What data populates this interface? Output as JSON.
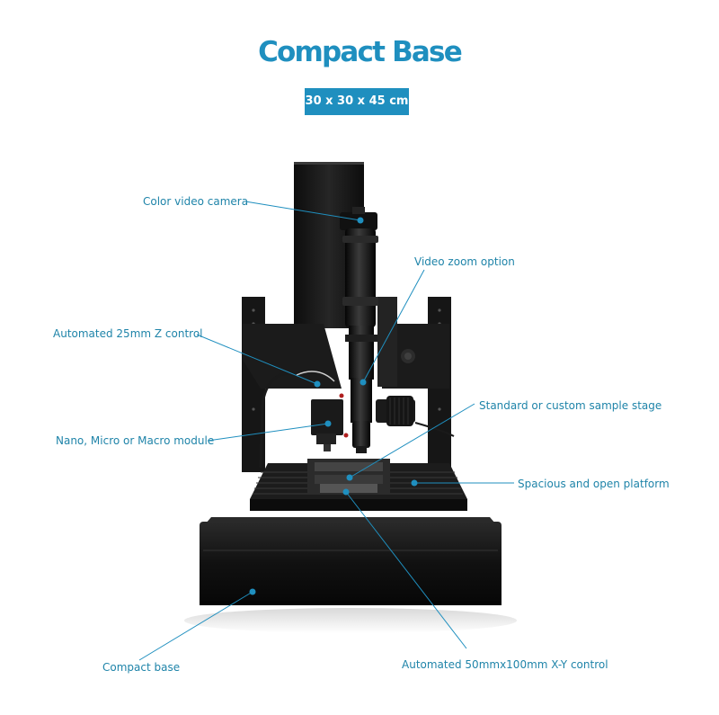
{
  "header": {
    "title": "Compact Base",
    "dimensions": "30 x 30 x 45 cm"
  },
  "colors": {
    "accent": "#1f8fbf",
    "label_text": "#1f84a9",
    "device": "#151515"
  },
  "callouts": {
    "camera": "Color video camera",
    "zoom": "Video zoom option",
    "z_control": "Automated 25mm Z control",
    "sample_stage": "Standard or custom sample stage",
    "module": "Nano, Micro or Macro module",
    "platform": "Spacious and open platform",
    "base": "Compact base",
    "xy_control": "Automated 50mmx100mm X-Y control"
  }
}
